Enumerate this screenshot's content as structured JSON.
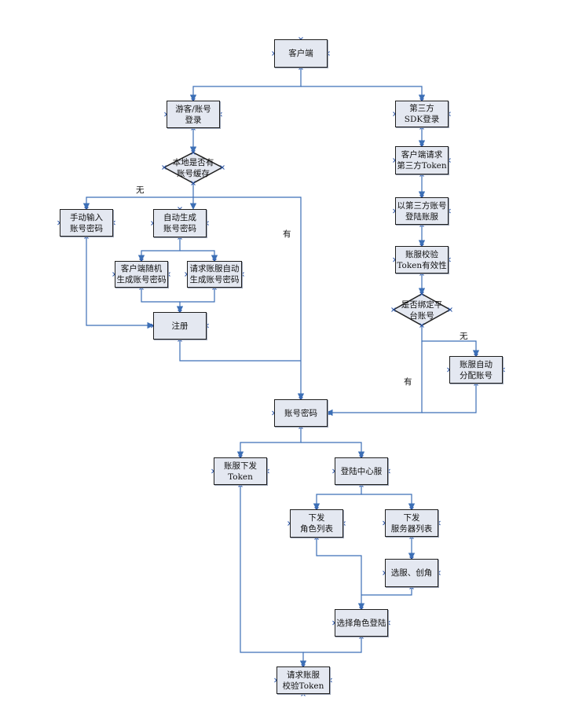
{
  "nodes": {
    "client": "客户端",
    "guest_login": "游客/账号\n登录",
    "sdk_login": "第三方\nSDK登录",
    "cache_check": "本地是否有\n账号缓存",
    "manual_input": "手动输入\n账号密码",
    "auto_gen": "自动生成\n账号密码",
    "client_random": "客户端随机\n生成账号密码",
    "request_server_gen": "请求账服自动\n生成账号密码",
    "register": "注册",
    "request_token": "客户端请求\n第三方Token",
    "login_with_third": "以第三方账号\n登陆账服",
    "verify_token": "账服校验\nToken有效性",
    "bound_check": "是否绑定平\n台账号",
    "auto_assign": "账服自动\n分配账号",
    "account_password": "账号密码",
    "issue_token": "账服下发\nToken",
    "login_center": "登陆中心服",
    "role_list": "下发\n角色列表",
    "server_list": "下发\n服务器列表",
    "choose_server": "选服、创角",
    "choose_role": "选择角色登陆",
    "request_verify": "请求账服\n校验Token"
  },
  "edge_labels": {
    "cache_none": "无",
    "cache_yes": "有",
    "bound_none": "无",
    "bound_yes": "有"
  },
  "colors": {
    "node_fill": "#e4e8f1",
    "node_border": "#1f1f1f",
    "line": "#3c6fb6",
    "marker": "#2a55a8"
  }
}
